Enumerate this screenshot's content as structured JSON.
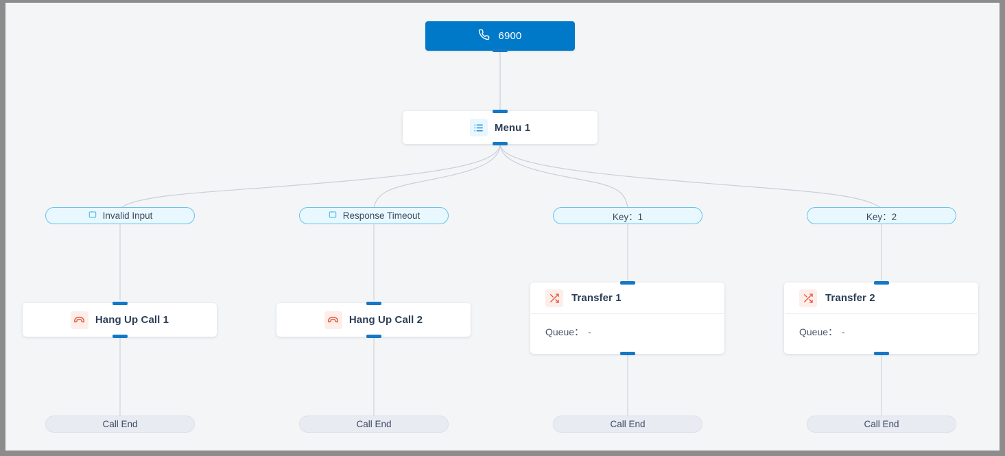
{
  "canvas": {
    "background": "#f4f5f7",
    "frame_color": "#8c8c8c",
    "accent": "#0079c8",
    "port_color": "#1578c6",
    "edge_color": "#c9ced8",
    "branch_pill_bg": "#e9f8fe",
    "branch_pill_border": "#64c3ea",
    "end_pill_bg": "#e9ebf3",
    "icon_red": "#e8503a"
  },
  "root": {
    "label": "6900",
    "icon": "phone-icon"
  },
  "menu": {
    "label": "Menu 1",
    "icon": "list-menu-icon"
  },
  "branches": [
    {
      "label": "Invalid Input",
      "icon": "loop-retry-icon",
      "has_icon": true
    },
    {
      "label": "Response Timeout",
      "icon": "loop-retry-icon",
      "has_icon": true
    },
    {
      "label": "Key：1",
      "icon": "",
      "has_icon": false
    },
    {
      "label": "Key：2",
      "icon": "",
      "has_icon": false
    }
  ],
  "actions": [
    {
      "type": "hangup",
      "label": "Hang Up Call 1",
      "icon": "hang-up-call-icon"
    },
    {
      "type": "hangup",
      "label": "Hang Up Call 2",
      "icon": "hang-up-call-icon"
    },
    {
      "type": "transfer",
      "label": "Transfer 1",
      "icon": "transfer-shuffle-icon",
      "field_label": "Queue：",
      "field_value": "-"
    },
    {
      "type": "transfer",
      "label": "Transfer 2",
      "icon": "transfer-shuffle-icon",
      "field_label": "Queue：",
      "field_value": "-"
    }
  ],
  "terminals": [
    {
      "label": "Call End"
    },
    {
      "label": "Call End"
    },
    {
      "label": "Call End"
    },
    {
      "label": "Call End"
    }
  ]
}
